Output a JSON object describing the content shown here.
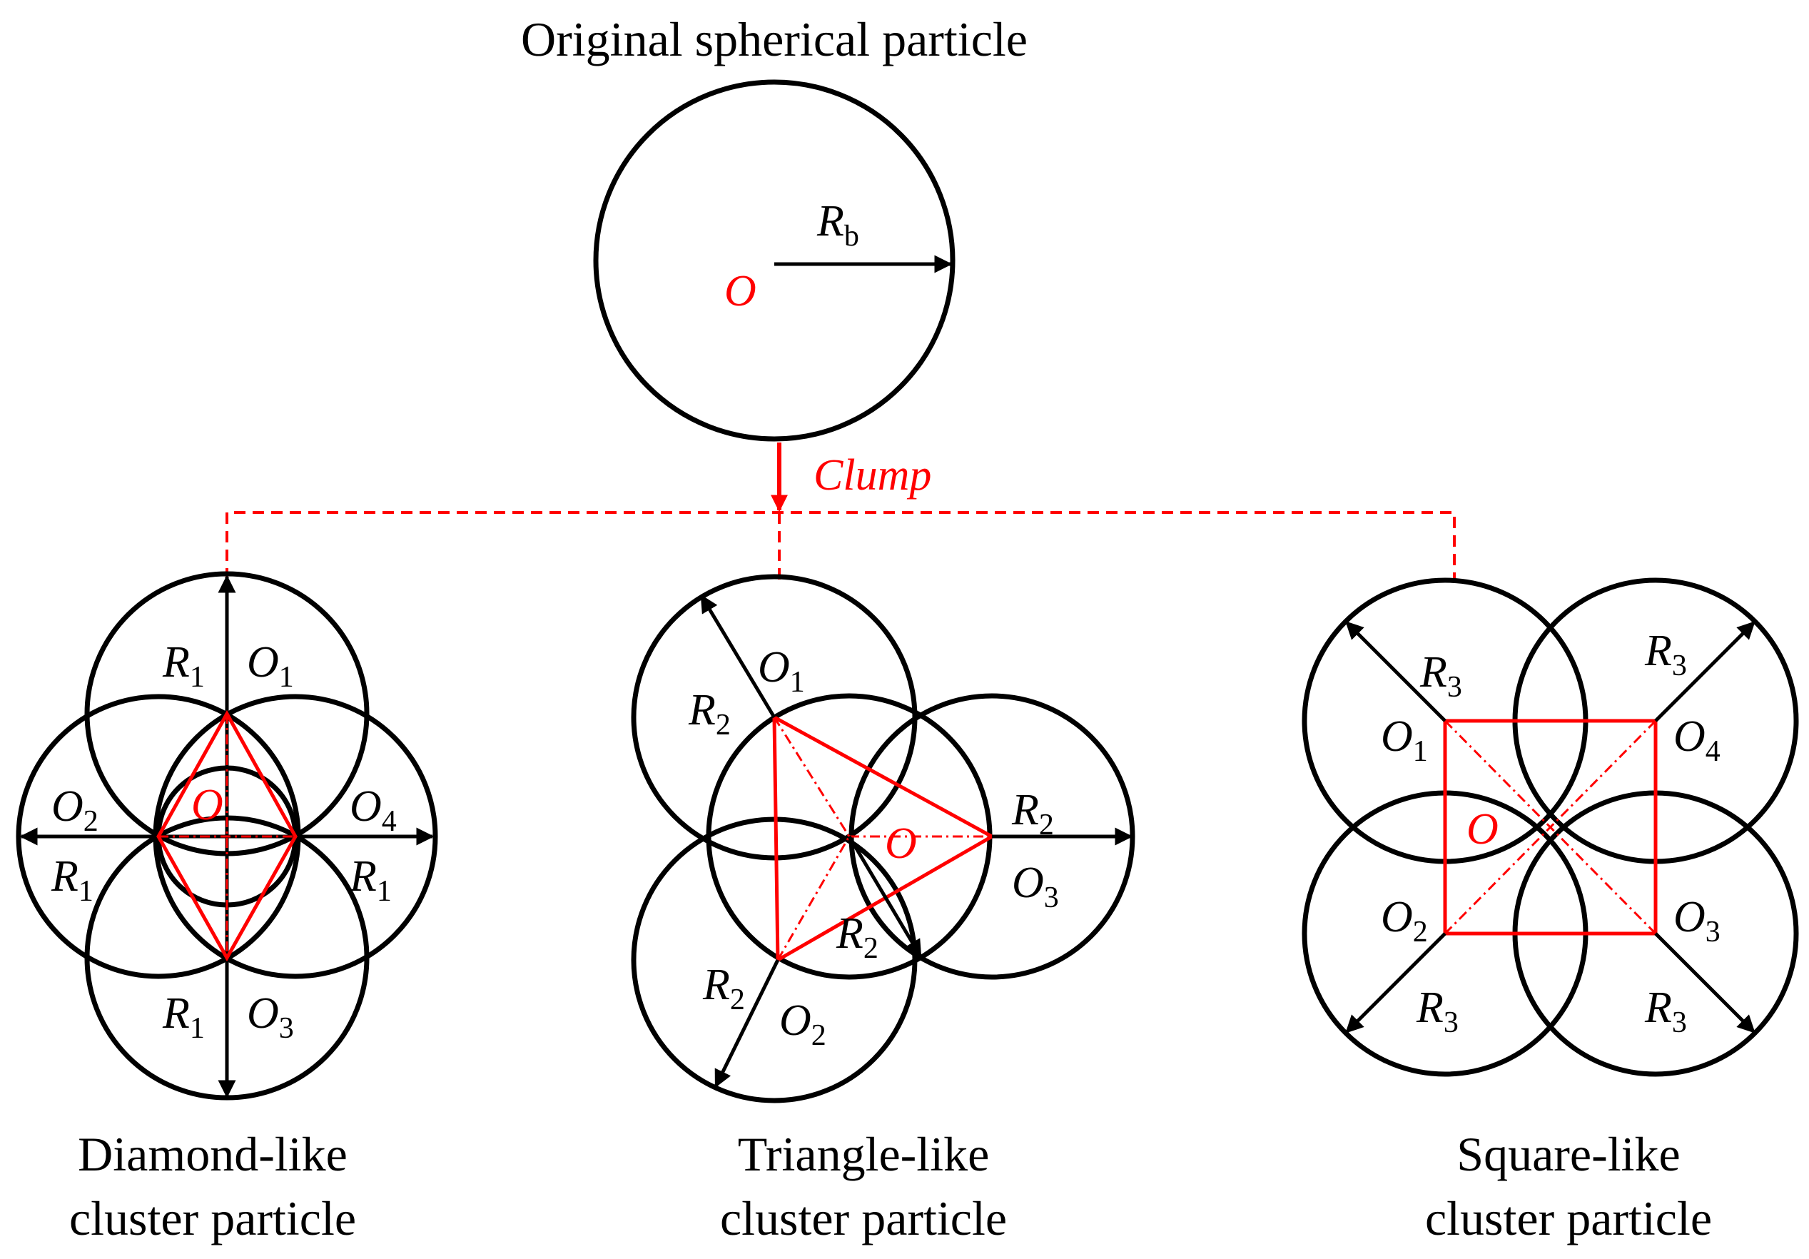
{
  "title": "Original  spherical particle",
  "clump_label": "Clump",
  "original": {
    "center_label": "O",
    "radius_label": "R",
    "radius_sub": "b"
  },
  "diamond": {
    "caption_line1": "Diamond-like",
    "caption_line2": "cluster particle",
    "center_label": "O",
    "labels": [
      {
        "base": "R",
        "sub": "1"
      },
      {
        "base": "O",
        "sub": "1"
      },
      {
        "base": "O",
        "sub": "2"
      },
      {
        "base": "O",
        "sub": "4"
      },
      {
        "base": "R",
        "sub": "1"
      },
      {
        "base": "R",
        "sub": "1"
      },
      {
        "base": "R",
        "sub": "1"
      },
      {
        "base": "O",
        "sub": "3"
      }
    ]
  },
  "triangle": {
    "caption_line1": "Triangle-like",
    "caption_line2": "cluster particle",
    "center_label": "O",
    "labels": [
      {
        "base": "O",
        "sub": "1"
      },
      {
        "base": "R",
        "sub": "2"
      },
      {
        "base": "R",
        "sub": "2"
      },
      {
        "base": "O",
        "sub": "3"
      },
      {
        "base": "R",
        "sub": "2"
      },
      {
        "base": "R",
        "sub": "2"
      },
      {
        "base": "O",
        "sub": "2"
      }
    ]
  },
  "square": {
    "caption_line1": "Square-like",
    "caption_line2": "cluster particle",
    "center_label": "O",
    "labels": [
      {
        "base": "R",
        "sub": "3"
      },
      {
        "base": "R",
        "sub": "3"
      },
      {
        "base": "O",
        "sub": "1"
      },
      {
        "base": "O",
        "sub": "4"
      },
      {
        "base": "O",
        "sub": "2"
      },
      {
        "base": "O",
        "sub": "3"
      },
      {
        "base": "R",
        "sub": "3"
      },
      {
        "base": "R",
        "sub": "3"
      }
    ]
  },
  "colors": {
    "outline": "#000000",
    "highlight": "#ff0000",
    "background": "#ffffff"
  }
}
